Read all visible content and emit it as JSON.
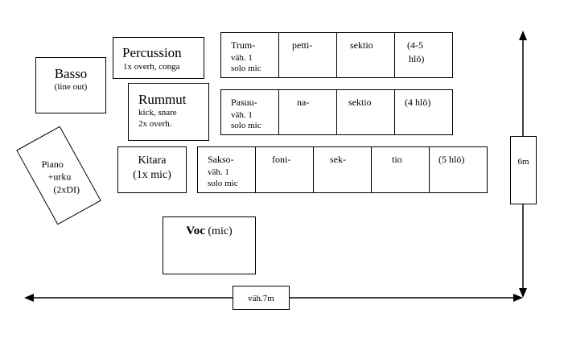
{
  "basso": {
    "name": "Basso",
    "sub": "(line out)"
  },
  "percussion": {
    "name": "Percussion",
    "sub": "1x overh, conga"
  },
  "rummut": {
    "name": "Rummut",
    "sub1": "kick, snare",
    "sub2": "2x overh."
  },
  "piano": {
    "line1": "Piano",
    "line2": "+urku",
    "line3": "(2xDI)"
  },
  "kitara": {
    "name": "Kitara",
    "sub": "(1x mic)"
  },
  "voc": {
    "name": "Voc",
    "sub": "(mic)"
  },
  "trumpet": {
    "cells": [
      "Trum-",
      "petti-",
      "sektio",
      "(4-5",
      "hlö)"
    ],
    "note1": "väh. 1",
    "note2": "solo mic"
  },
  "pasuuna": {
    "cells": [
      "Pasuu-",
      "na-",
      "sektio",
      "(4 hlö)"
    ],
    "note1": "väh. 1",
    "note2": "solo mic"
  },
  "saksofoni": {
    "cells": [
      "Sakso-",
      "foni-",
      "sek-",
      "tio",
      "(5 hlö)"
    ],
    "note1": "väh. 1",
    "note2": "solo mic"
  },
  "dims": {
    "width": "väh.7m",
    "depth": "6m"
  }
}
